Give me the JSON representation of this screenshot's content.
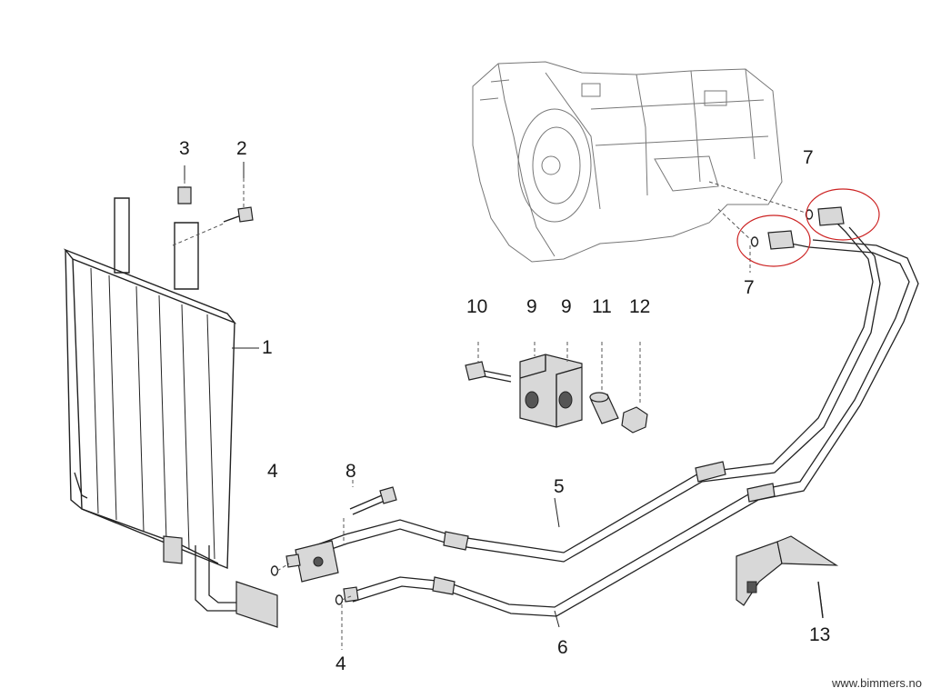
{
  "callouts": [
    {
      "id": "1",
      "text": "1"
    },
    {
      "id": "2",
      "text": "2"
    },
    {
      "id": "3",
      "text": "3"
    },
    {
      "id": "4-top",
      "text": "4"
    },
    {
      "id": "4-bottom",
      "text": "4"
    },
    {
      "id": "5",
      "text": "5"
    },
    {
      "id": "6",
      "text": "6"
    },
    {
      "id": "7-top",
      "text": "7"
    },
    {
      "id": "7-bottom",
      "text": "7"
    },
    {
      "id": "8",
      "text": "8"
    },
    {
      "id": "9-a",
      "text": "9"
    },
    {
      "id": "9-b",
      "text": "9"
    },
    {
      "id": "10",
      "text": "10"
    },
    {
      "id": "11",
      "text": "11"
    },
    {
      "id": "12",
      "text": "12"
    },
    {
      "id": "13",
      "text": "13"
    }
  ],
  "watermark": "www.bimmers.no",
  "colors": {
    "ink": "#222222",
    "highlight": "#cc2222",
    "background": "#ffffff"
  }
}
